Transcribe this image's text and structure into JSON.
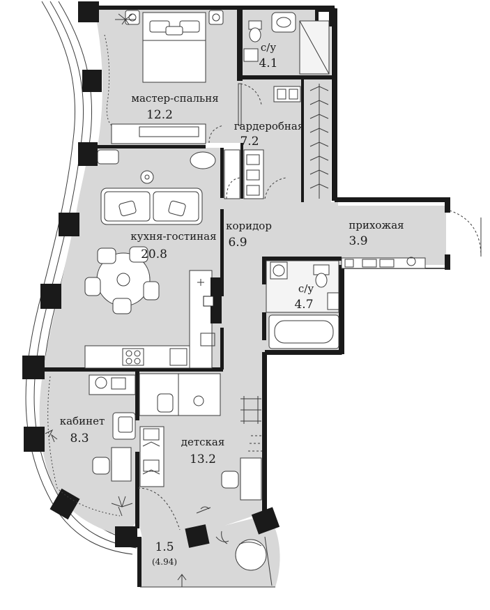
{
  "rooms": {
    "master_bedroom": {
      "name": "мастер-спальня",
      "area": "12.2"
    },
    "bathroom_1": {
      "name": "с/у",
      "area": "4.1"
    },
    "wardrobe": {
      "name": "гардеробная",
      "area": "7.2"
    },
    "living_kitchen": {
      "name": "кухня-гостиная",
      "area": "20.8"
    },
    "corridor": {
      "name": "коридор",
      "area": "6.9"
    },
    "hallway": {
      "name": "прихожая",
      "area": "3.9"
    },
    "bathroom_2": {
      "name": "с/у",
      "area": "4.7"
    },
    "study": {
      "name": "кабинет",
      "area": "8.3"
    },
    "kids_room": {
      "name": "детская",
      "area": "13.2"
    },
    "balcony": {
      "area": "1.5",
      "area_full": "(4.94)"
    }
  }
}
